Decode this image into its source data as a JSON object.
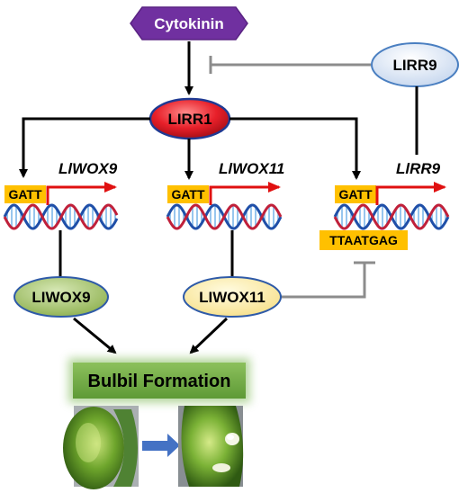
{
  "nodes": {
    "cytokinin": "Cytokinin",
    "lirr9": "LIRR9",
    "lirr1": "LIRR1",
    "liwox9_protein": "LIWOX9",
    "liwox11_protein": "LIWOX11",
    "outcome": "Bulbil Formation"
  },
  "genes": {
    "gene1_name": "LlWOX9",
    "gene2_name": "LlWOX11",
    "gene3_name": "LlRR9",
    "promoter_motif": "GATT",
    "repressor_motif": "TTAATGAG"
  },
  "colors": {
    "cytokinin_fill": "#7030a0",
    "lirr1_fill": "#e8202a",
    "lirr9_fill": "#dce6f2",
    "liwox9_fill": "#9bbb59",
    "liwox11_fill": "#fff2b3",
    "motif_fill": "#ffc000",
    "outcome_fill": "#70ad47",
    "arrow_red": "#e01010",
    "inhibit_gray": "#8c8c8c"
  }
}
